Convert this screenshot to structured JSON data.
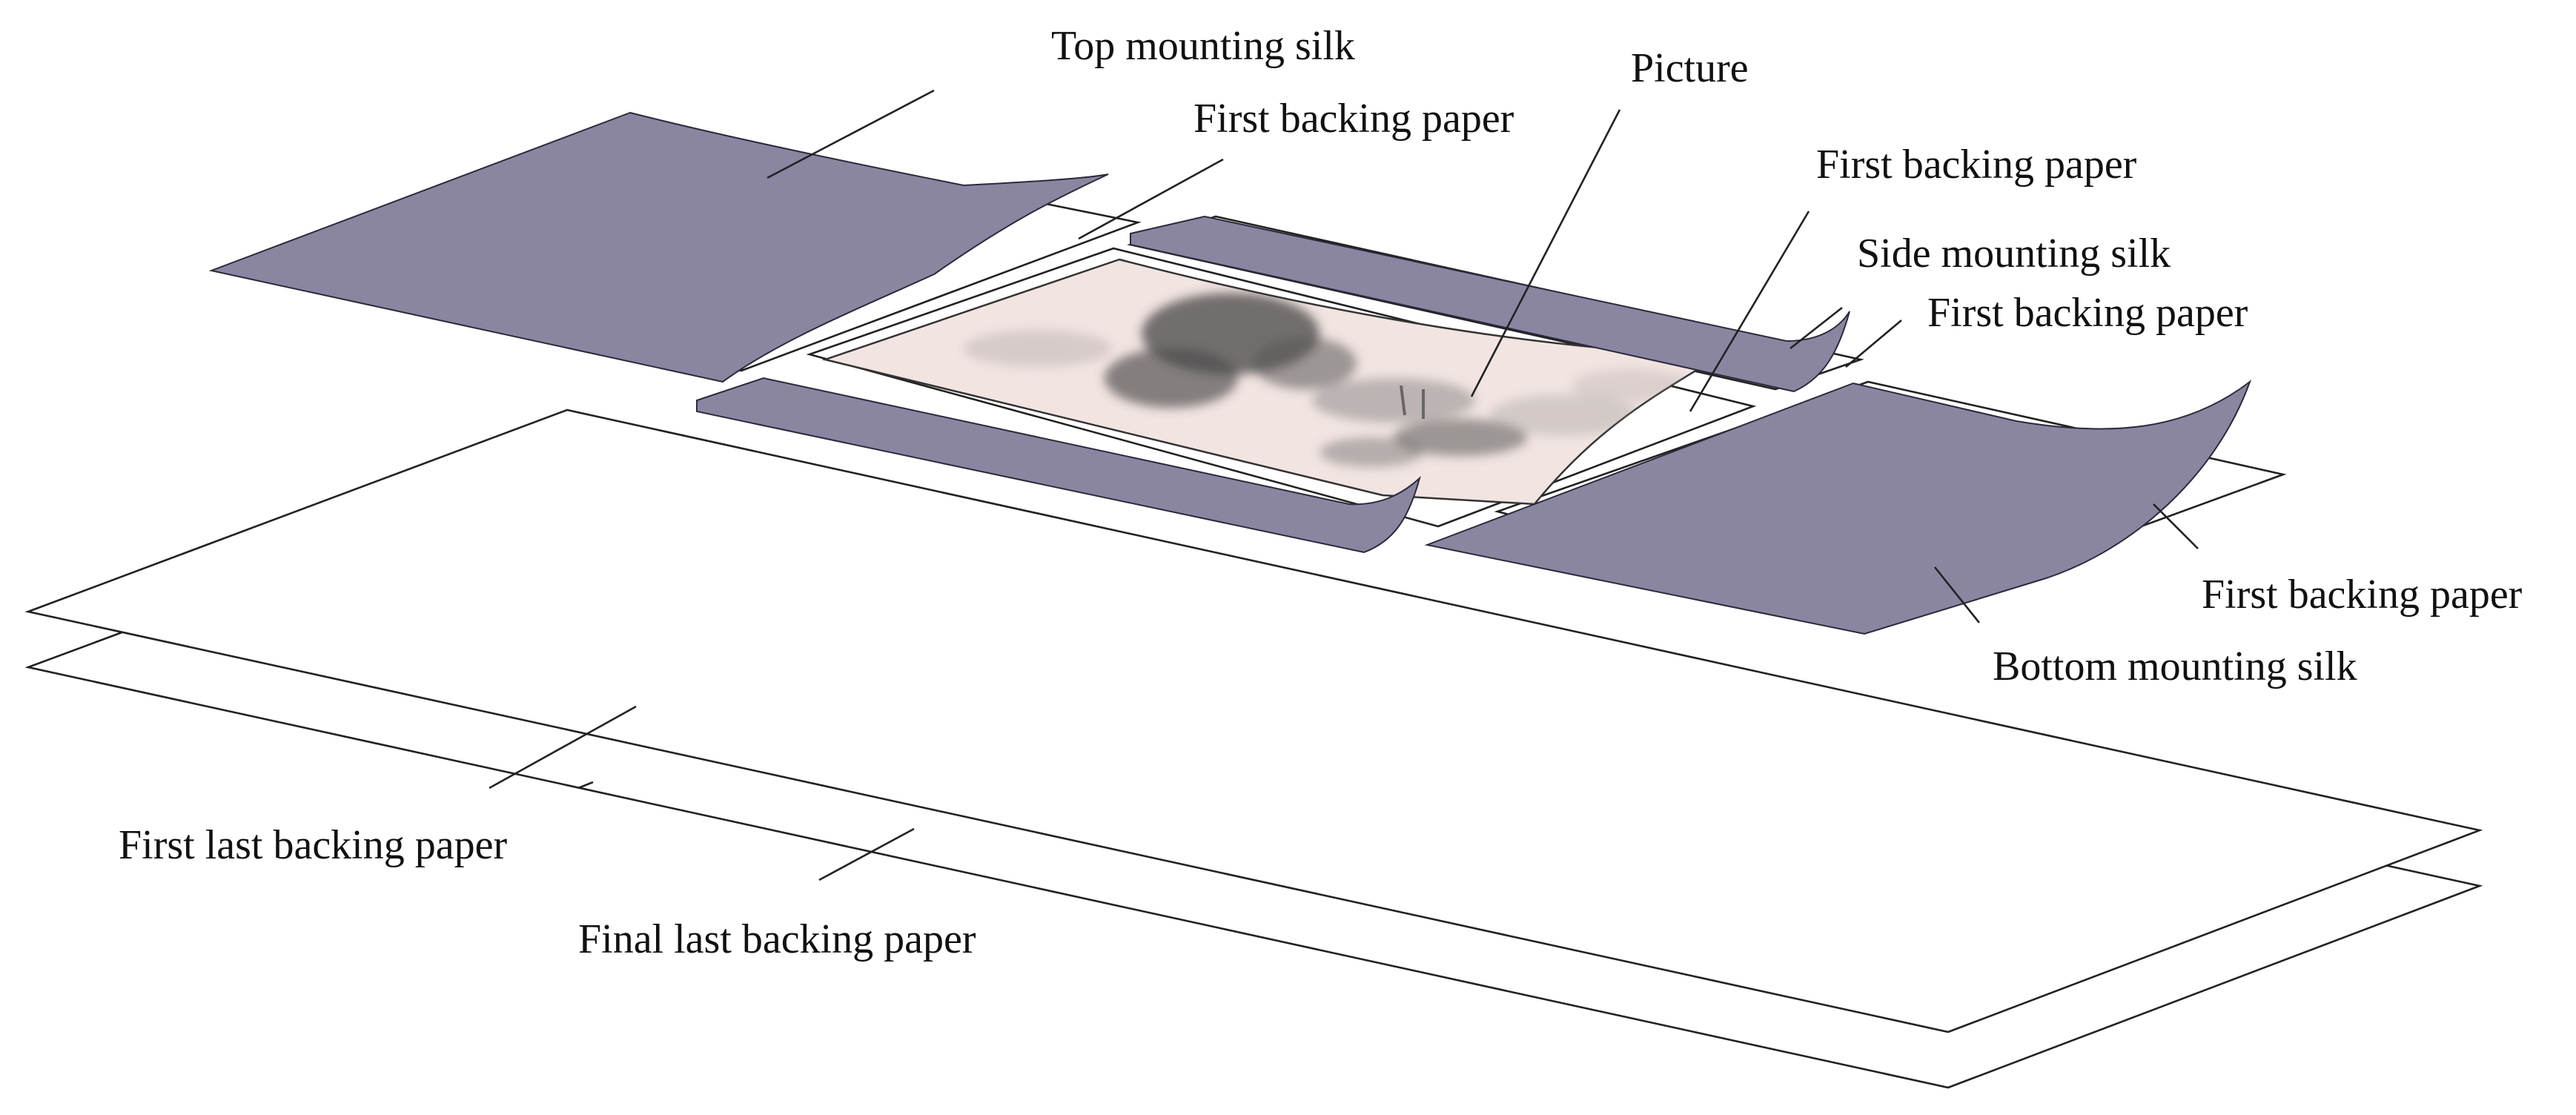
{
  "labels": {
    "top_mounting_silk": "Top mounting silk",
    "first_backing_paper_top": "First backing paper",
    "picture": "Picture",
    "first_backing_paper_right_top": "First backing paper",
    "side_mounting_silk": "Side mounting silk",
    "first_backing_paper_side": "First backing paper",
    "first_backing_paper_right": "First backing paper",
    "bottom_mounting_silk": "Bottom mounting silk",
    "first_last_backing_paper": "First last backing paper",
    "final_last_backing_paper": "Final last backing paper"
  },
  "colors": {
    "silk": "#8a86a2",
    "paper": "#ffffff",
    "picture_base": "#f1e4e1",
    "ink": "#2e2e2e",
    "outline": "#222222"
  }
}
